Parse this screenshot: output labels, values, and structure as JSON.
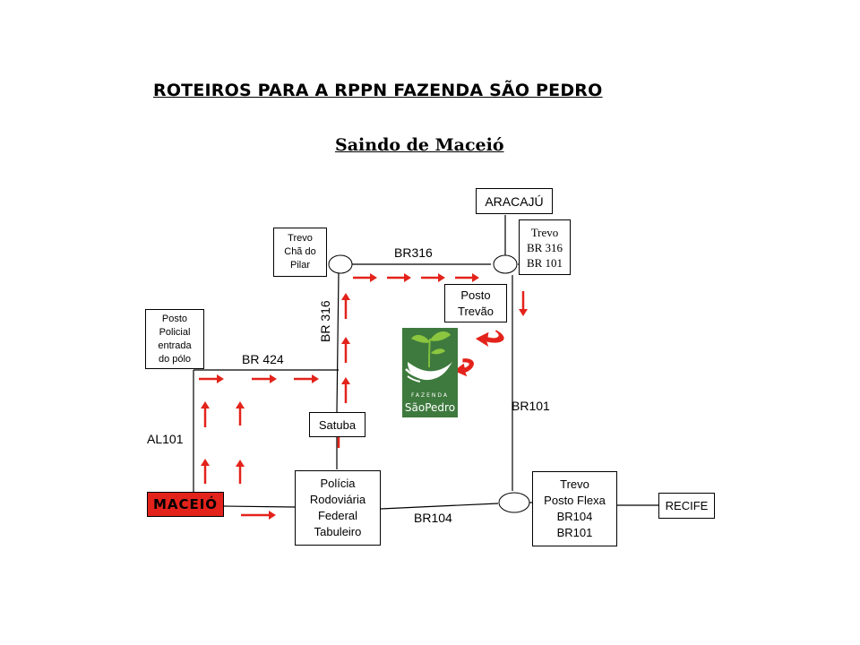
{
  "title": "ROTEIROS PARA A RPPN FAZENDA SÃO PEDRO",
  "subtitle": "Saindo de Maceió",
  "boxes": {
    "aracaju": "ARACAJÚ",
    "trevo_br316_br101": [
      "Trevo",
      "BR 316",
      "BR 101"
    ],
    "trevo_cha_do_pilar": [
      "Trevo",
      "Chã do",
      "Pilar"
    ],
    "posto_trevao": [
      "Posto",
      "Trevão"
    ],
    "posto_policial": [
      "Posto",
      "Policial",
      "entrada",
      "do pólo"
    ],
    "satuba": "Satuba",
    "policia_rodoviaria": [
      "Polícia",
      "Rodoviária",
      "Federal",
      "Tabuleiro"
    ],
    "trevo_posto_flexa": [
      "Trevo",
      "Posto Flexa",
      "BR104",
      "BR101"
    ],
    "recife": "RECIFE",
    "maceio": "MACEIÓ"
  },
  "roads": {
    "br316_horizontal": "BR316",
    "br316_vertical": "BR 316",
    "br424": "BR 424",
    "al101": "AL101",
    "br101": "BR101",
    "br104": "BR104"
  },
  "logo": {
    "word_top": "FAZENDA",
    "word_bottom": "SãoPedro"
  },
  "colors": {
    "arrow": "#e3231b",
    "maceio_fill": "#e3231b",
    "logo_green": "#3e7a3e",
    "line": "#000000"
  }
}
